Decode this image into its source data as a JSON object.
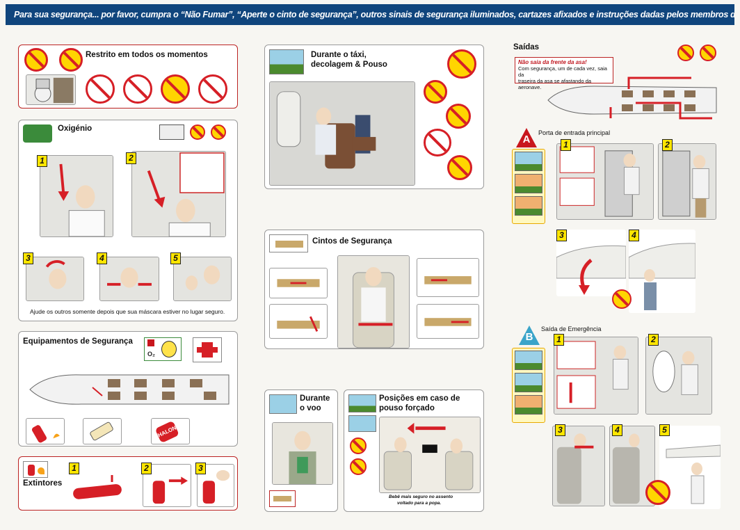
{
  "banner": "Para sua segurança... por favor, cumpra o “Não Fumar”, “Aperte o cinto de segurança”, outros sinais de segurança iluminados, cartazes afixados e instruções dadas pelos membros da tripulação.",
  "restricted": {
    "title": "Restrito em todos os momentos"
  },
  "oxygen": {
    "title": "Oxigénio",
    "caption": "Ajude os outros somente depois que sua máscara estiver no lugar seguro.",
    "steps": [
      "1",
      "2",
      "3",
      "4",
      "5"
    ]
  },
  "equipment": {
    "title": "Equipamentos de Segurança",
    "o2_label": "O₂",
    "halon_label": "HALON"
  },
  "extinguishers": {
    "title": "Extintores",
    "steps": [
      "1",
      "2",
      "3"
    ]
  },
  "taxi": {
    "title_line1": "Durante o táxi,",
    "title_line2": "decolagem & Pouso"
  },
  "seatbelts": {
    "title": "Cintos de Segurança"
  },
  "flight": {
    "title_line1": "Durante",
    "title_line2": "o voo"
  },
  "brace": {
    "title_line1": "Posições em caso de",
    "title_line2": "pouso forçado",
    "caption_line1": "Bebê mais seguro no assento",
    "caption_line2": "voltado para a popa."
  },
  "exits": {
    "title": "Saídas",
    "warning_title": "Não saia da frente da asa!",
    "warning_line1": "Com segurança, um de cada vez, saia da",
    "warning_line2": "traseira da asa se afastando da aeronave.",
    "main_door": {
      "badge": "A",
      "title": "Porta de entrada principal",
      "steps": [
        "1",
        "2",
        "3",
        "4"
      ]
    },
    "emergency": {
      "badge": "B",
      "title": "Saída de Emergência",
      "steps": [
        "1",
        "2",
        "3",
        "4",
        "5"
      ]
    }
  },
  "colors": {
    "banner": "#10457d",
    "accent_red": "#d61f26",
    "sign_yellow": "#ffd500",
    "step_yellow": "#ffe600"
  }
}
